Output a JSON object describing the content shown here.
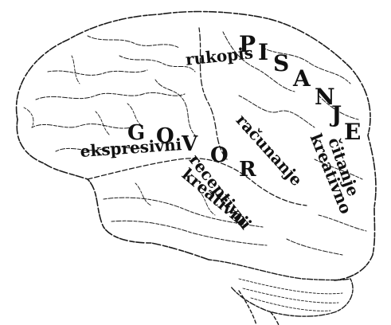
{
  "diagram": {
    "pisanje": "PISANJE",
    "govor": "GOVOR",
    "labels": {
      "rukopis": "rukopis",
      "ekspresivni": "ekspresivni",
      "racunanje": "računanje",
      "citanje": "čitanje",
      "kreativno": "kreativno",
      "receptivni": "receptivni",
      "kreativni": "kreativni"
    }
  }
}
